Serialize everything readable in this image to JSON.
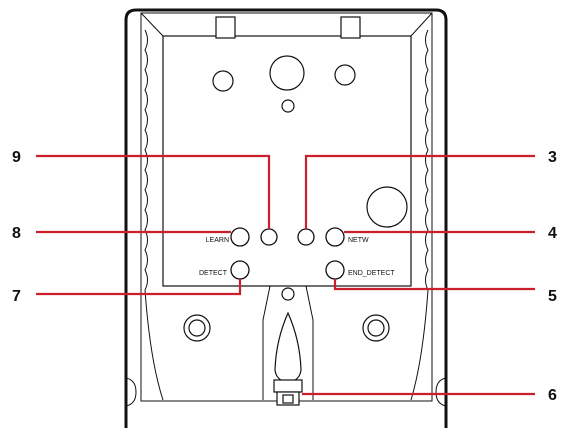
{
  "button_labels": {
    "learn": "LEARN",
    "netw": "NETW",
    "detect": "DETECT",
    "end_detect": "END_DETECT"
  },
  "callouts": {
    "c9": "9",
    "c8": "8",
    "c7": "7",
    "c3": "3",
    "c4": "4",
    "c5": "5",
    "c6": "6"
  },
  "colors": {
    "leader_line": "#cc1f2e",
    "outline": "#111111",
    "background": "#ffffff"
  }
}
